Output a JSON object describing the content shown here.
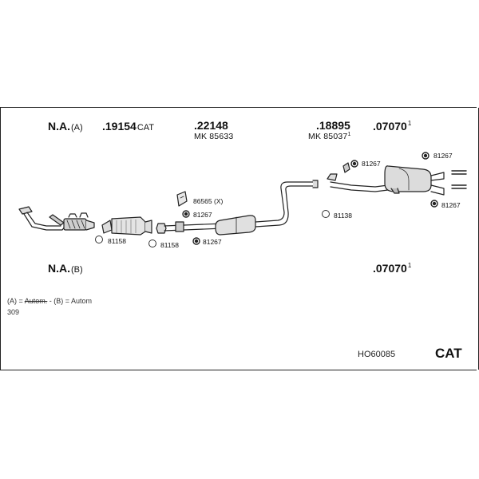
{
  "labels": {
    "na_a": {
      "text": "N.A.",
      "suffix": "(A)"
    },
    "na_b": {
      "text": "N.A.",
      "suffix": "(B)"
    },
    "p19154": {
      "text": ".19154",
      "suffix": "CAT"
    },
    "p22148": {
      "text": ".22148",
      "sub": "MK 85633"
    },
    "p18895": {
      "text": ".18895",
      "sub": "MK 85037",
      "sub_sup": "1"
    },
    "p07070_top": {
      "text": ".07070",
      "sup": "1"
    },
    "p07070_bottom": {
      "text": ".07070",
      "sup": "1"
    }
  },
  "parts": {
    "p86565": "86565 (X)",
    "p81267_a": "81267",
    "p81267_b": "81267",
    "p81267_c": "81267",
    "p81267_d": "81267",
    "p81267_e": "81267",
    "p81158_a": "81158",
    "p81158_b": "81158",
    "p81138": "81138"
  },
  "notes": {
    "a_prefix": "(A) = ",
    "a_struck": "Autom.",
    "b_text": " - (B) = Autom",
    "line2": "309"
  },
  "footer": {
    "code": "HO60085",
    "cat": "CAT"
  },
  "icons": {
    "rubber_mount": "rubber-mount-icon",
    "ring_gasket": "ring-gasket-icon"
  }
}
